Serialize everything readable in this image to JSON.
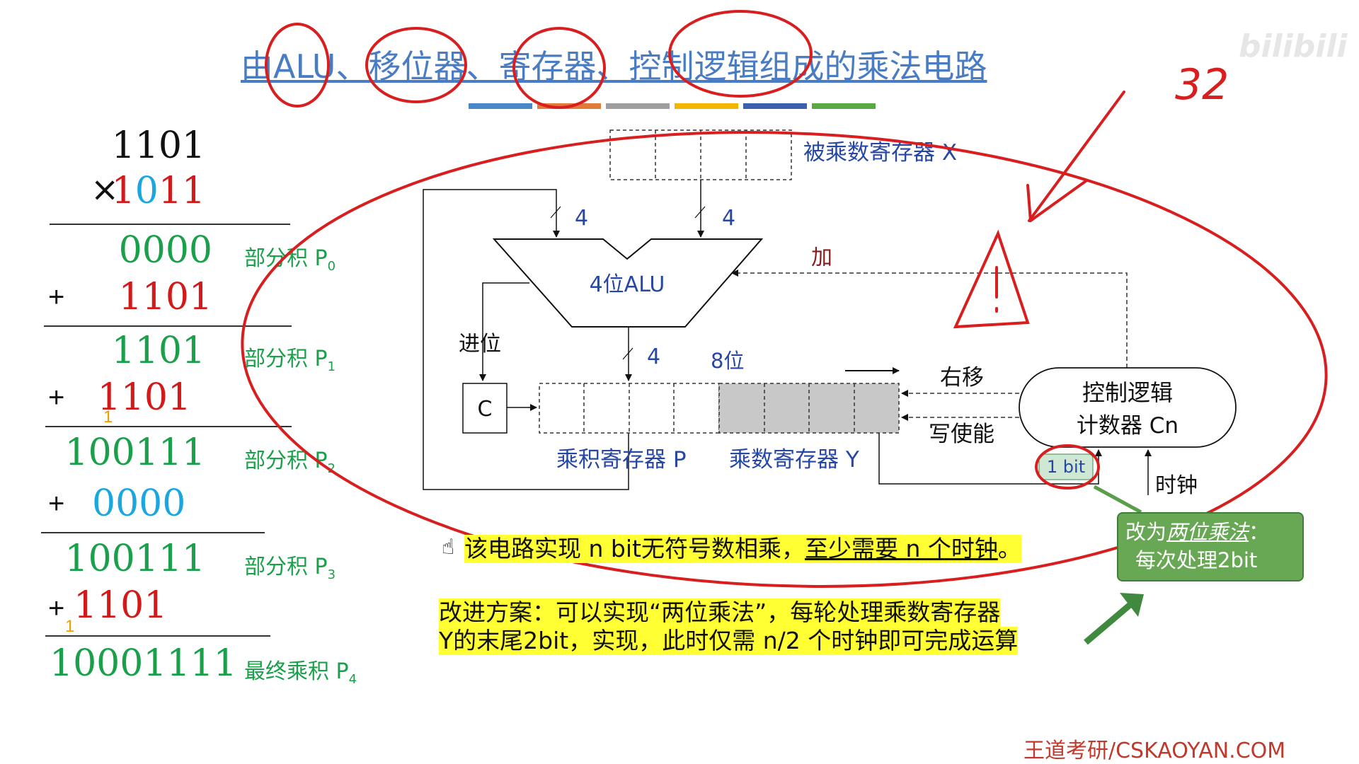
{
  "title": "由ALU、移位器、寄存器、控制逻辑组成的乘法电路",
  "title_bar_colors": [
    "#4a86c8",
    "#e07b39",
    "#9e9e9e",
    "#f2b500",
    "#3d5fb0",
    "#5aa843"
  ],
  "multiplication": {
    "multiplicand": "1101",
    "times_sign": "×",
    "multiplier": {
      "first": "1",
      "middle": "0",
      "last": "11"
    },
    "rows": [
      {
        "value": "0000",
        "label": "部分积 P",
        "sub": "0"
      },
      {
        "plus": "+",
        "value": "1101"
      },
      {
        "value": "1101",
        "label": "部分积 P",
        "sub": "1"
      },
      {
        "plus": "+",
        "carry": "1",
        "value": "1101"
      },
      {
        "value": "100111",
        "label": "部分积 P",
        "sub": "2"
      },
      {
        "plus": "+",
        "value": "0000"
      },
      {
        "value": "100111",
        "label": "部分积 P",
        "sub": "3"
      },
      {
        "plus": "+",
        "carry": "1",
        "value": "1101"
      },
      {
        "value": "10001111",
        "label": "最终乘积 P",
        "sub": "4"
      }
    ]
  },
  "diagram": {
    "reg_x_label": "被乘数寄存器 X",
    "bus_width_1": "4",
    "bus_width_2": "4",
    "bus_width_3": "4",
    "alu_label": "4位ALU",
    "add_label": "加",
    "carry_label": "进位",
    "c_label": "C",
    "eight_bit_label": "8位",
    "shift_right_label": "右移",
    "write_enable_label": "写使能",
    "control_line1": "控制逻辑",
    "control_line2": "计数器 Cn",
    "reg_p_label": "乘积寄存器 P",
    "reg_y_label": "乘数寄存器 Y",
    "one_bit_label": "1 bit",
    "clock_label": "时钟"
  },
  "callout": {
    "line1_prefix": "改为",
    "line1_emph": "两位乘法",
    "line1_suffix": "：",
    "line2": "每次处理2bit"
  },
  "notes": {
    "note1_prefix": "该电路实现 n bit无符号数相乘，",
    "note1_underlined": "至少需要 n 个时钟",
    "note1_suffix": "。",
    "note2_line1": "改进方案：可以实现“两位乘法”，每轮处理乘数寄存器",
    "note2_line2": "Y的末尾2bit，实现，此时仅需 n/2 个时钟即可完成运算"
  },
  "annotation_number": "32",
  "footer": "王道考研/CSKAOYAN.COM",
  "bilibili_logo": "bilibili"
}
